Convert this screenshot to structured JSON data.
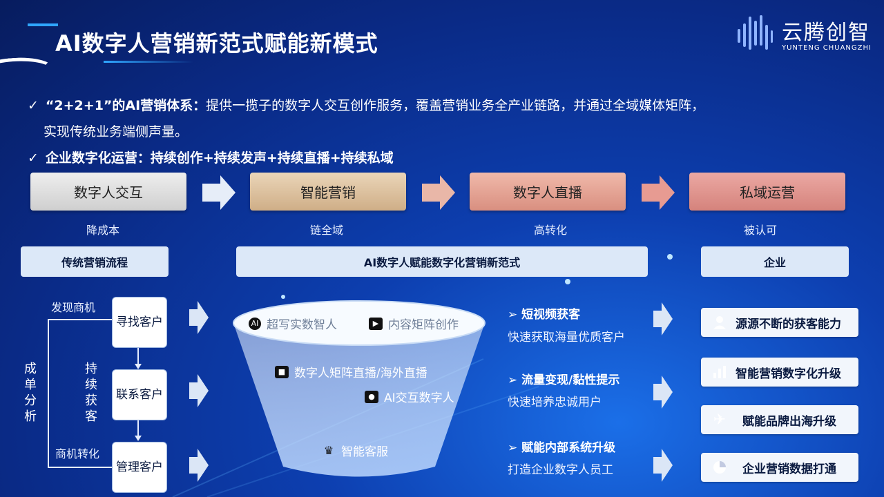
{
  "header": {
    "title": "AI数字人营销新范式赋能新模式",
    "logo_cn": "云腾创智",
    "logo_en": "YUNTENG CHUANGZHI"
  },
  "intro": {
    "check": "✓",
    "p1_bold": "“2+2+1”的AI营销体系：",
    "p1_text": "提供一揽子的数字人交互创作服务，覆盖营销业务全产业链路，并通过全域媒体矩阵，",
    "p1_cont": "实现传统业务端侧声量。",
    "p2": "企业数字化运营：持续创作+持续发声+持续直播+持续私域"
  },
  "stages": [
    {
      "label": "数字人交互",
      "sub": "降成本",
      "color": "#d9d9d9"
    },
    {
      "label": "智能营销",
      "sub": "链全域",
      "color": "#dcc3a3"
    },
    {
      "label": "数字人直播",
      "sub": "高转化",
      "color": "#e6a99a"
    },
    {
      "label": "私域运营",
      "sub": "被认可",
      "color": "#e19a95"
    }
  ],
  "left": {
    "head": "传统营销流程",
    "steps": [
      "寻找客户",
      "联系客户",
      "管理客户"
    ],
    "label_discover": "发现商机",
    "label_convert": "商机转化",
    "vert_outer": [
      "成",
      "单",
      "分",
      "析"
    ],
    "vert_inner": [
      "持",
      "续",
      "获",
      "客"
    ]
  },
  "center": {
    "head": "AI数字人赋能数字化营销新范式",
    "items": {
      "i1": "超写实数智人",
      "i2": "内容矩阵创作",
      "i3": "数字人矩阵直播/海外直播",
      "i4": "AI交互数字人",
      "i5": "智能客服"
    },
    "icon_ai": "AI"
  },
  "middle": [
    {
      "head": "短视频获客",
      "sub": "快速获取海量优质客户"
    },
    {
      "head": "流量变现/黏性提示",
      "sub": "快速培养忠诚用户"
    },
    {
      "head": "赋能内部系统升级",
      "sub": "打造企业数字人员工"
    }
  ],
  "middle_bullet": "➢",
  "right": {
    "head": "企业",
    "items": [
      "源源不断的获客能力",
      "智能营销数字化升级",
      "赋能品牌出海升级",
      "企业营销数据打通"
    ],
    "icons": [
      "person-icon",
      "bar-chart-icon",
      "airplane-icon",
      "pie-chart-icon"
    ]
  }
}
